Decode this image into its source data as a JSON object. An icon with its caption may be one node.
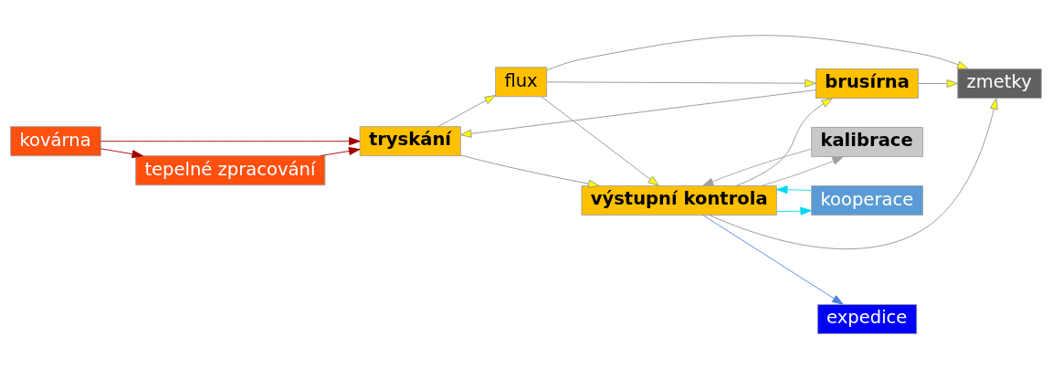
{
  "diagram": {
    "nodes": [
      {
        "text": [
          "kovárna"
        ]
      },
      {
        "text": [
          "tepelné zpracování"
        ]
      },
      {
        "text": [
          "tryskání"
        ]
      },
      {
        "text": [
          "flux"
        ]
      },
      {
        "text": [
          "výstupní kontrola"
        ]
      },
      {
        "text": [
          "zmetky"
        ]
      },
      {
        "text": [
          "brusírna"
        ]
      },
      {
        "text": [
          "expedice"
        ]
      },
      {
        "text": [
          "kalibrace"
        ]
      },
      {
        "text": [
          "kooperace"
        ]
      }
    ],
    "edges": [
      {
        "from": 0,
        "to": 2,
        "arrow": "to",
        "color": "#a00000"
      },
      {
        "from": 0,
        "to": 1,
        "arrow": "to",
        "color": "#a00000"
      },
      {
        "from": 1,
        "to": 2,
        "arrow": "to",
        "color": "#a00000"
      },
      {
        "from": 2,
        "to": 3,
        "arrow": "to"
      },
      {
        "from": 2,
        "to": 4,
        "arrow": "to"
      },
      {
        "from": 3,
        "to": 4,
        "arrow": "to"
      },
      {
        "from": 3,
        "to": 5,
        "arrow": "to"
      },
      {
        "from": 3,
        "to": 6,
        "arrow": "to"
      },
      {
        "from": 4,
        "to": 5,
        "arrow": "to"
      },
      {
        "from": 4,
        "to": 6,
        "arrow": "to"
      },
      {
        "from": 6,
        "to": 5,
        "arrow": "to"
      },
      {
        "from": 6,
        "to": 2,
        "arrow": "to"
      },
      {
        "from": 4,
        "to": 7,
        "arrow": "to",
        "color": "#4f81e0"
      },
      {
        "from": 4,
        "to": 8,
        "arrow": "to",
        "color": "#a0a0a0"
      },
      {
        "from": 8,
        "to": 4,
        "arrow": "to",
        "color": "#a0a0a0"
      },
      {
        "from": 4,
        "to": 9,
        "arrow": "to",
        "color": "#00d8f0"
      },
      {
        "from": 9,
        "to": 4,
        "arrow": "to",
        "color": "#00d8f0"
      }
    ]
  }
}
